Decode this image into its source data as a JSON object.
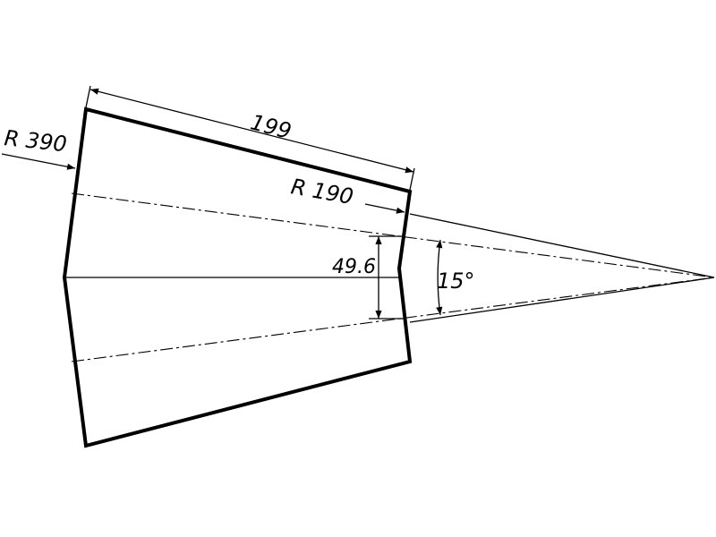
{
  "drawing": {
    "length_label": "199",
    "outer_radius_label": "R 390",
    "inner_radius_label": "R 190",
    "height_label": "49.6",
    "angle_label": "15°"
  },
  "colors": {
    "line": "#000000",
    "background": "#ffffff"
  }
}
